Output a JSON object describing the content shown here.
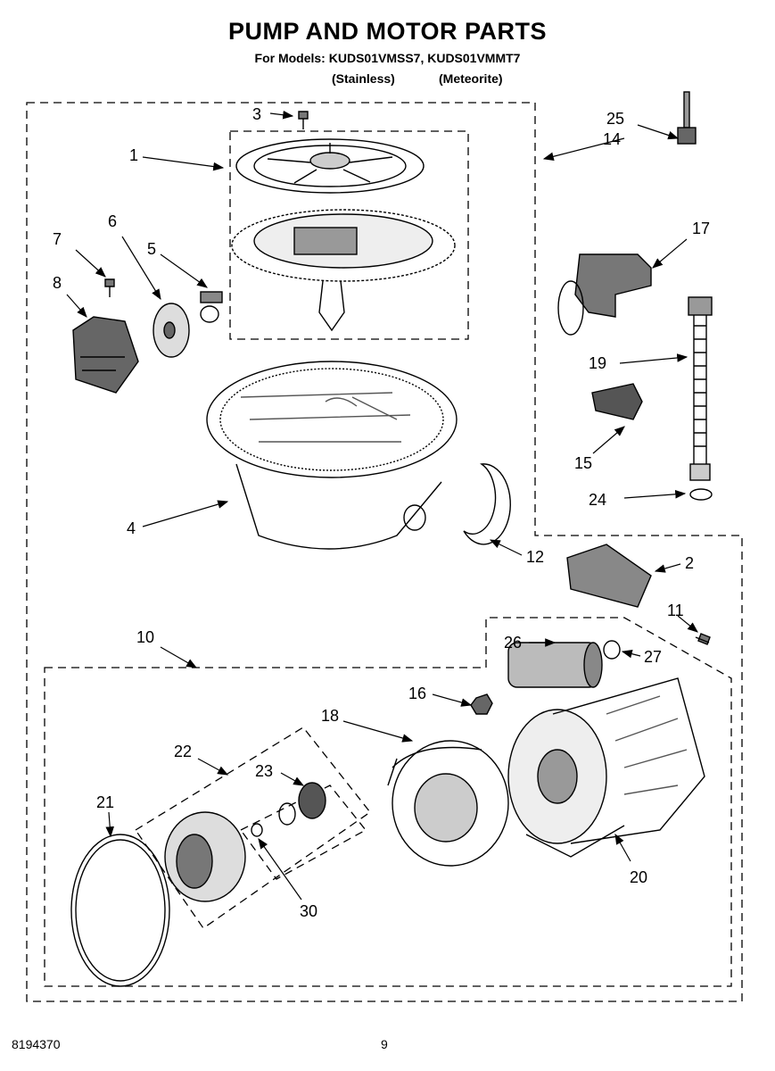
{
  "header": {
    "title": "PUMP AND MOTOR PARTS",
    "models": "For Models: KUDS01VMSS7, KUDS01VMMT7",
    "variant_1": "(Stainless)",
    "variant_2": "(Meteorite)"
  },
  "callouts": [
    "1",
    "2",
    "3",
    "4",
    "5",
    "6",
    "7",
    "8",
    "10",
    "11",
    "12",
    "14",
    "15",
    "16",
    "17",
    "18",
    "19",
    "20",
    "21",
    "22",
    "23",
    "24",
    "25",
    "26",
    "27",
    "30"
  ],
  "footer": {
    "part_number": "8194370",
    "page_number": "9"
  }
}
